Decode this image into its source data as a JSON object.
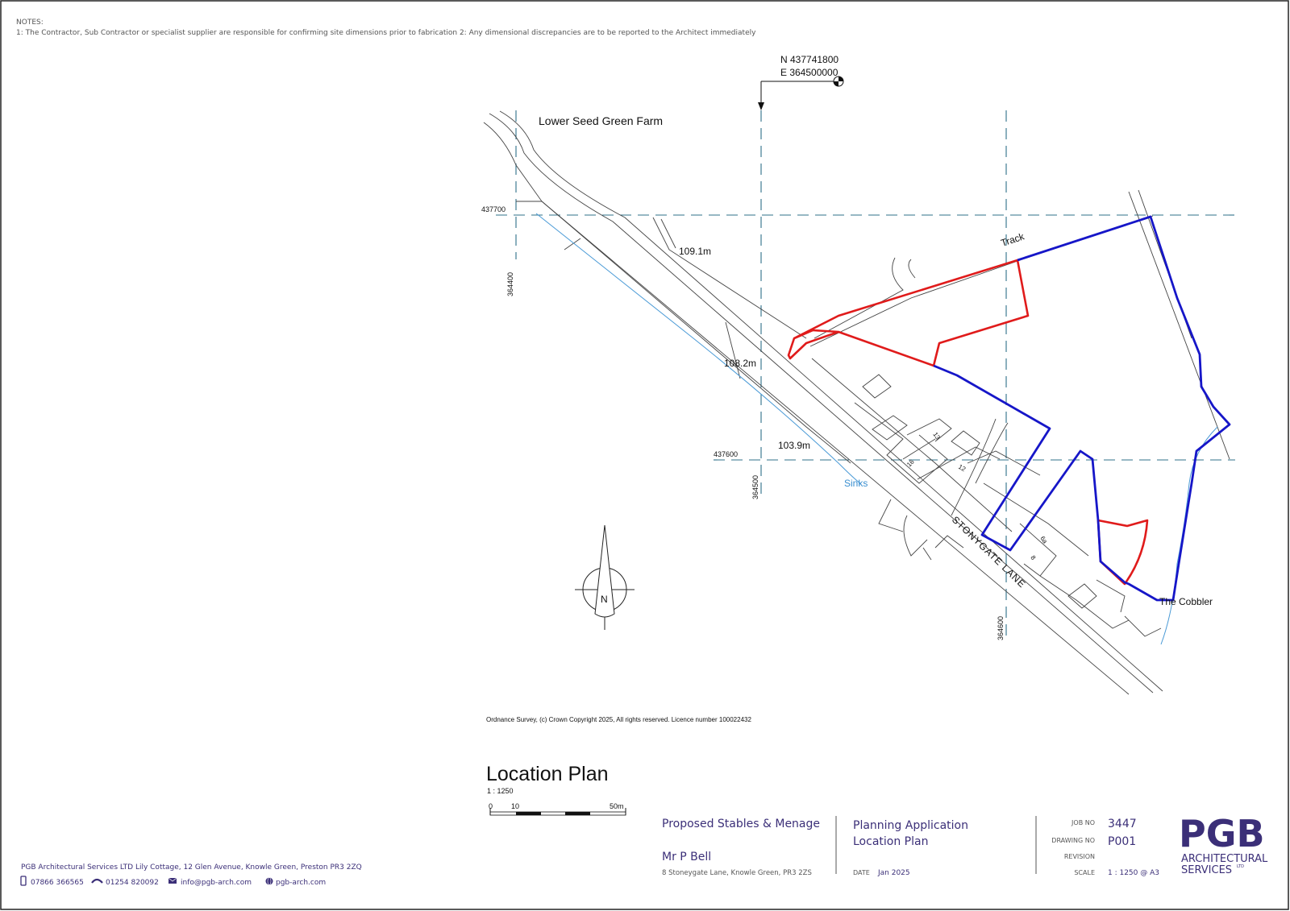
{
  "notes": {
    "heading": "NOTES:",
    "text": "1: The Contractor, Sub Contractor or specialist supplier are responsible for confirming site dimensions prior to fabrication   2: Any dimensional discrepancies are to be reported to the Architect immediately"
  },
  "datum": {
    "north": "N 437741800",
    "east": "E 364500000"
  },
  "grid_labels": {
    "n1": "437700",
    "n2": "437600",
    "e1": "364400",
    "e2": "364500",
    "e3": "364600"
  },
  "map_labels": {
    "farm": "Lower Seed Green Farm",
    "level1": "109.1m",
    "level2": "108.2m",
    "level3": "103.9m",
    "sinks": "Sinks",
    "track": "Track",
    "lane": "STONYGATE LANE",
    "cobbler": "The Cobbler",
    "house_13": "13",
    "house_16": "16",
    "house_12": "12",
    "house_6a": "6a",
    "house_8": "8",
    "north": "N"
  },
  "copyright": "Ordnance Survey, (c) Crown Copyright 2025, All rights reserved. Licence number 100022432",
  "plan": {
    "title": "Location Plan",
    "scale": "1 : 1250",
    "scalebar": {
      "zero": "0",
      "ten": "10",
      "fifty": "50m"
    }
  },
  "title_block": {
    "project": "Proposed Stables & Menage",
    "client": "Mr P Bell",
    "address": "8 Stoneygate Lane, Knowle Green, PR3 2ZS",
    "purpose": "Planning Application",
    "drawing_title": "Location Plan",
    "date_label": "DATE",
    "date": "Jan 2025",
    "job_no_label": "JOB NO",
    "job_no": "3447",
    "drawing_no_label": "DRAWING NO",
    "drawing_no": "P001",
    "revision_label": "REVISION",
    "revision": "",
    "scale_label": "SCALE",
    "scale": "1 : 1250 @ A3"
  },
  "logo": {
    "mark": "PGB",
    "line1": "ARCHITECTURAL",
    "line2": "SERVICES",
    "suffix": "LTD"
  },
  "footer": {
    "company": "PGB Architectural Services LTD Lily Cottage, 12 Glen Avenue, Knowle Green, Preston PR3 2ZQ",
    "mobile": "07866 366565",
    "phone": "01254 820092",
    "email": "info@pgb-arch.com",
    "web": "pgb-arch.com"
  },
  "colors": {
    "application_boundary": "#e01b1b",
    "ownership_boundary": "#1616c8",
    "brand": "#3b2f78",
    "grid": "#2f7089"
  }
}
